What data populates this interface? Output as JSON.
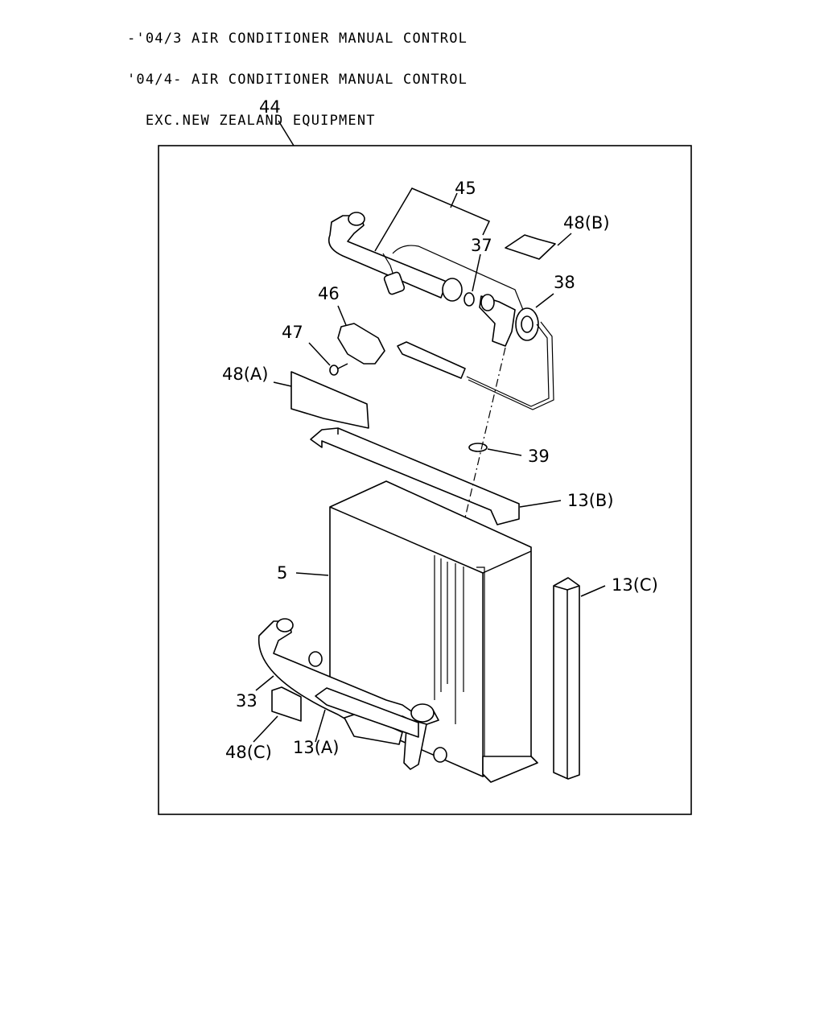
{
  "header": {
    "line1": "-'04/3 AIR CONDITIONER MANUAL CONTROL",
    "line2": "'04/4- AIR CONDITIONER MANUAL CONTROL",
    "line3": "  EXC.NEW ZEALAND EQUIPMENT"
  },
  "callouts": {
    "c44": "44",
    "c45": "45",
    "c48b": "48(B)",
    "c37": "37",
    "c38": "38",
    "c46": "46",
    "c47": "47",
    "c48a": "48(A)",
    "c39": "39",
    "c13b": "13(B)",
    "c5": "5",
    "c13c": "13(C)",
    "c33": "33",
    "c48c": "48(C)",
    "c13a": "13(A)"
  }
}
